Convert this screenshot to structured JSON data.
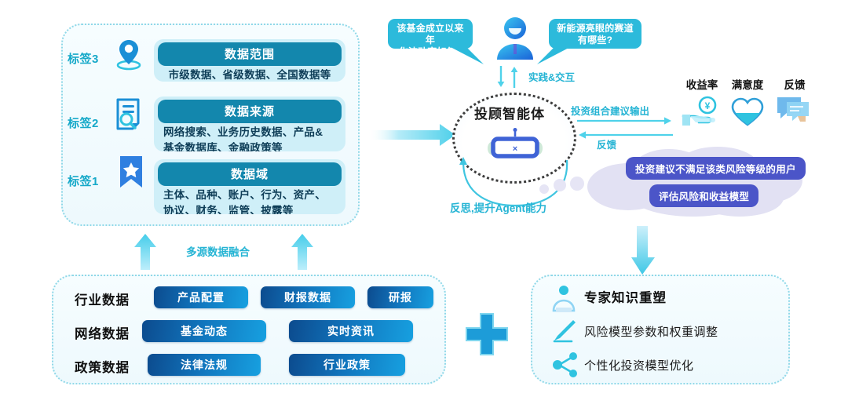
{
  "colors": {
    "teal": "#25b4d4",
    "card_head": "#1387ad",
    "card_body_bg": "#cfeff8",
    "bubble": "#2cbadb",
    "pill_dark": "#0c4b8e",
    "pill_light": "#17a0e0",
    "cloud_pill": "#4b55c8",
    "dashed_border": "#8fd8e8",
    "arrow_cyan": "#4fd2ea"
  },
  "left_panel": {
    "rows": [
      {
        "tag": "标签3",
        "icon": "location-pin-icon",
        "title": "数据范围",
        "body": "市级数据、省级数据、全国数据等"
      },
      {
        "tag": "标签2",
        "icon": "document-search-icon",
        "title": "数据来源",
        "body_line1": "网络搜索、业务历史数据、产品&",
        "body_line2": "基金数据库、金融政策等"
      },
      {
        "tag": "标签1",
        "icon": "bookmark-star-icon",
        "title": "数据域",
        "body_line1": "主体、品种、账户、行为、资产、",
        "body_line2": "协议、财务、监管、披露等"
      }
    ]
  },
  "fusion": {
    "label": "多源数据融合"
  },
  "agent": {
    "title": "投顾智能体",
    "robot_icon": "robot-icon",
    "user_icon": "user-avatar-icon",
    "bubble_left": "该基金成立以来年化波动率如何?",
    "bubble_left_line1": "该基金成立以来年",
    "bubble_left_line2": "化波动率如何?",
    "bubble_right_line1": "新能源亮眼的赛道",
    "bubble_right_line2": "有哪些?",
    "interact_label": "实践&交互",
    "output_label": "投资组合建议输出",
    "feedback_label": "反馈",
    "reflect_label": "反思,提升Agent能力"
  },
  "metrics": [
    {
      "label": "收益率",
      "icon": "hand-coin-icon"
    },
    {
      "label": "满意度",
      "icon": "heart-icon"
    },
    {
      "label": "反馈",
      "icon": "chat-feedback-icon"
    }
  ],
  "thought_cloud": {
    "pills": [
      "投资建议不满足该类风险等级的用户",
      "评估风险和收益模型"
    ]
  },
  "data_matrix": {
    "rows": [
      {
        "label": "行业数据",
        "items": [
          "产品配置",
          "财报数据",
          "研报"
        ]
      },
      {
        "label": "网络数据",
        "items": [
          "基金动态",
          "实时资讯"
        ]
      },
      {
        "label": "政策数据",
        "items": [
          "法律法规",
          "行业政策"
        ]
      }
    ]
  },
  "plus_icon": "plus-icon",
  "expert_panel": {
    "title": "专家知识重塑",
    "title_icon": "expert-person-icon",
    "items": [
      {
        "icon": "pencil-edit-icon",
        "label": "风险模型参数和权重调整"
      },
      {
        "icon": "share-nodes-icon",
        "label": "个性化投资模型优化"
      }
    ]
  }
}
